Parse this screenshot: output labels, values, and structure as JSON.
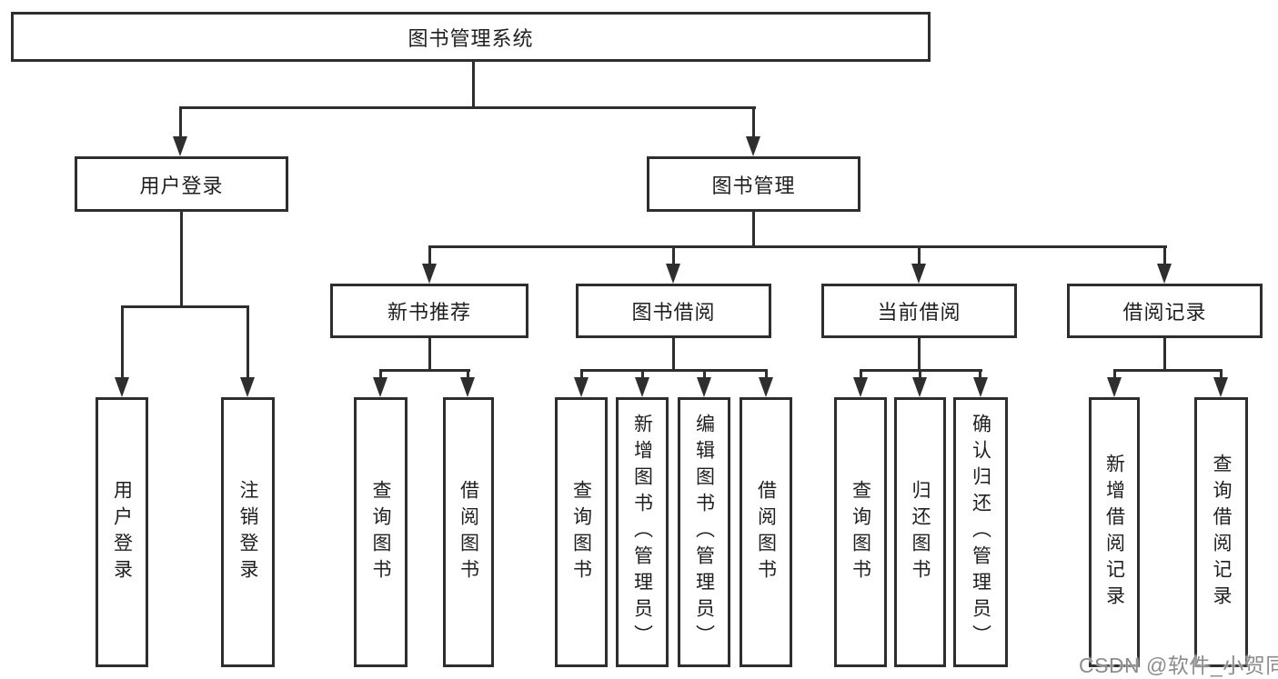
{
  "diagram": {
    "type": "hierarchy-tree",
    "watermark": "CSDN @软件_小贺同学",
    "colors": {
      "line": "#2e2e2e",
      "box_border": "#2e2e2e",
      "box_background": "#ffffff",
      "text": "#1f1f1f",
      "watermark_text": "#8c8c8c",
      "page_background": "#ffffff"
    },
    "tree": {
      "label": "图书管理系统",
      "children": [
        {
          "label": "用户登录",
          "children": [
            {
              "label": "用户登录"
            },
            {
              "label": "注销登录"
            }
          ]
        },
        {
          "label": "图书管理",
          "children": [
            {
              "label": "新书推荐",
              "children": [
                {
                  "label": "查询图书"
                },
                {
                  "label": "借阅图书"
                }
              ]
            },
            {
              "label": "图书借阅",
              "children": [
                {
                  "label": "查询图书"
                },
                {
                  "label": "新增图书（管理员）"
                },
                {
                  "label": "编辑图书（管理员）"
                },
                {
                  "label": "借阅图书"
                }
              ]
            },
            {
              "label": "当前借阅",
              "children": [
                {
                  "label": "查询图书"
                },
                {
                  "label": "归还图书"
                },
                {
                  "label": "确认归还（管理员）"
                }
              ]
            },
            {
              "label": "借阅记录",
              "children": [
                {
                  "label": "新增借阅记录"
                },
                {
                  "label": "查询借阅记录"
                }
              ]
            }
          ]
        }
      ]
    }
  }
}
